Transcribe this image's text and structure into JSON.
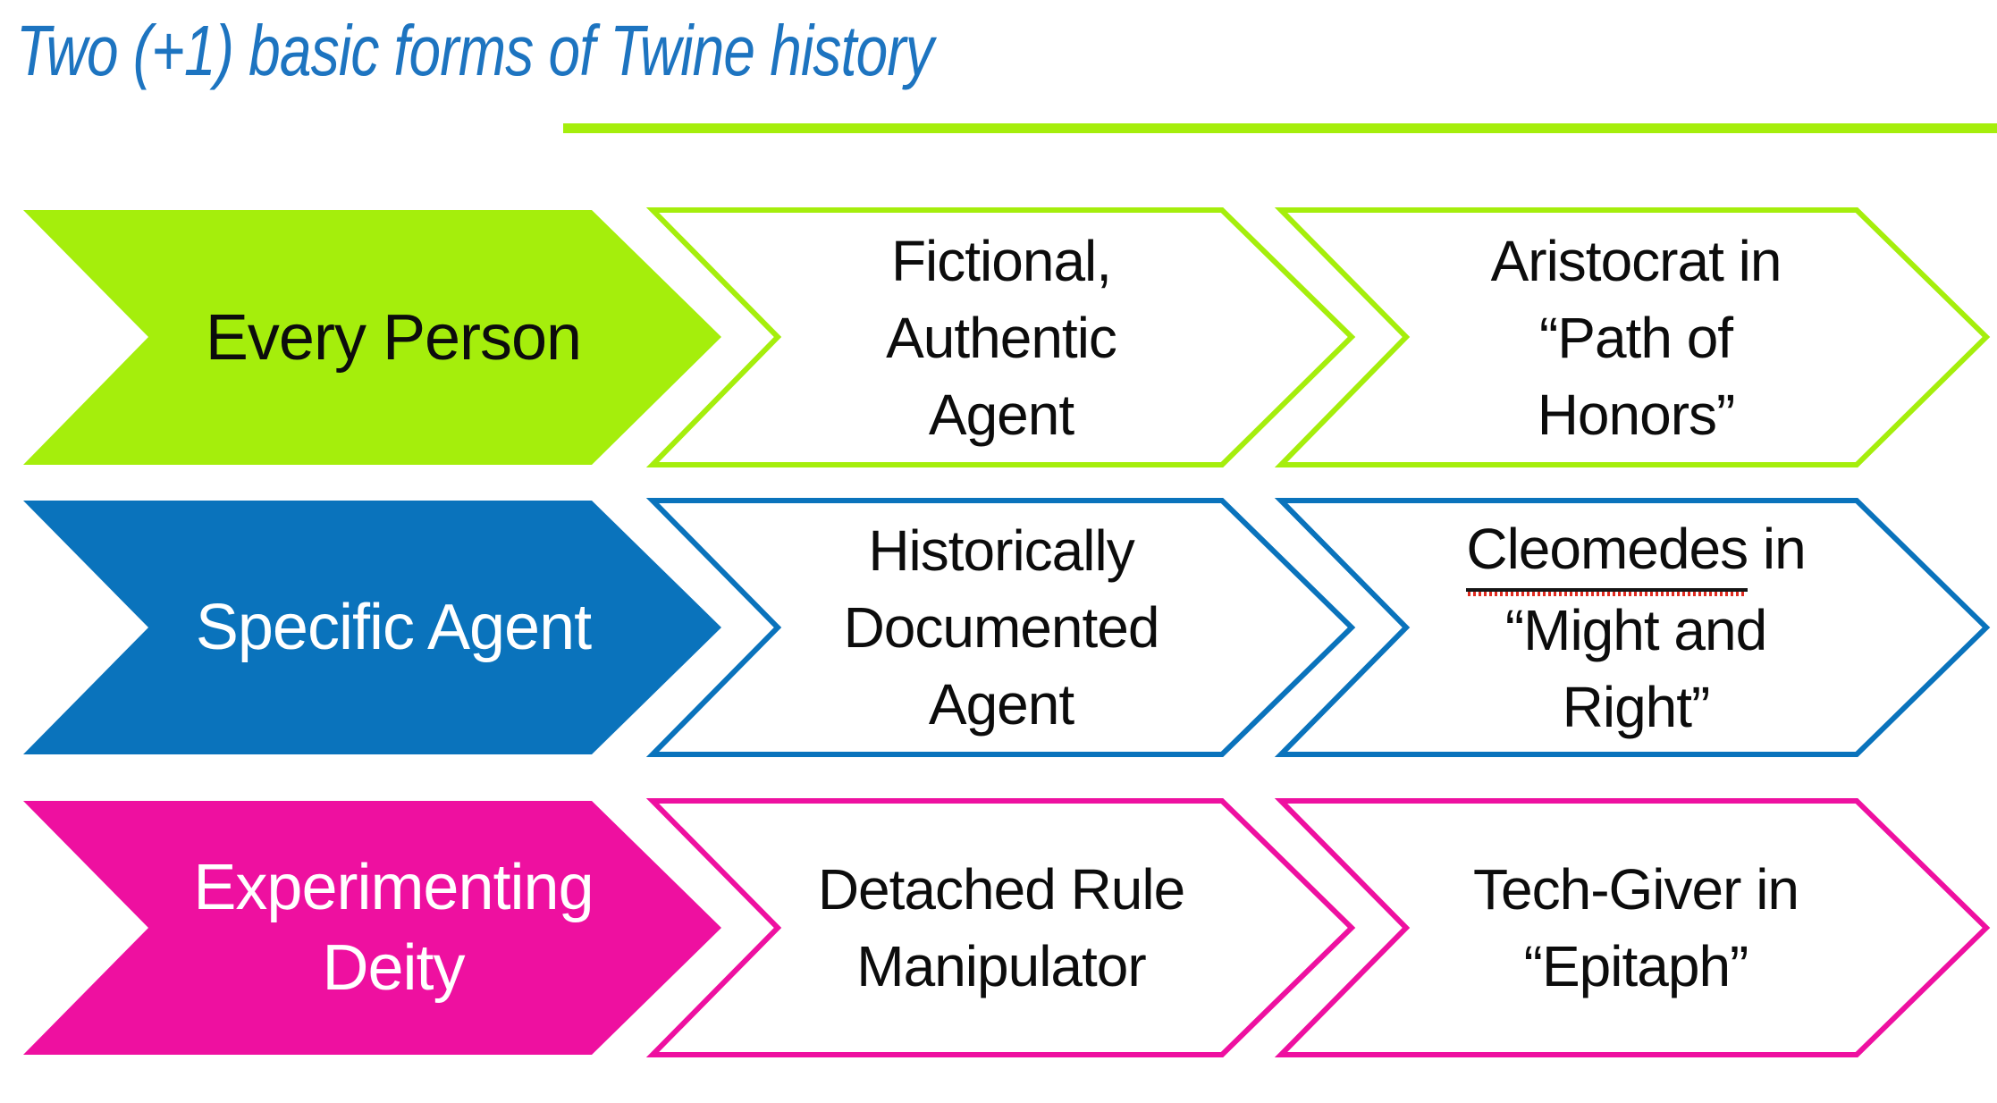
{
  "slide": {
    "title": "Two (+1) basic forms of Twine history"
  },
  "colors": {
    "row1_green": "#A5EE0C",
    "row2_blue": "#0A73BC",
    "row3_pink": "#EE10A0",
    "title_blue": "#1D74C0",
    "underline_green": "#A5EE0C",
    "body_text": "#0C0C0C",
    "filled_label_row1": "#0C0C0C",
    "filled_label_row2": "#FFFFFF",
    "filled_label_row3": "#FFFFFF",
    "spellcheck_red": "#E02B20"
  },
  "rows": [
    {
      "head": "Every Person",
      "step2": "Fictional,\nAuthentic\nAgent",
      "step3": "Aristocrat in\n“Path of\nHonors”"
    },
    {
      "head": "Specific Agent",
      "step2": "Historically\nDocumented\nAgent",
      "step3_underlined": "Cleomedes",
      "step3_line1_rest": " in",
      "step3_rest": "“Might and\nRight”"
    },
    {
      "head": "Experimenting\nDeity",
      "step2": "Detached Rule\nManipulator",
      "step3": "Tech-Giver in\n“Epitaph”"
    }
  ]
}
